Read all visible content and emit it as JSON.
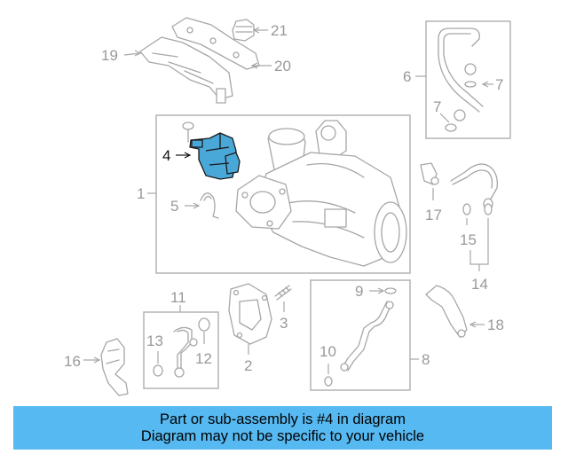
{
  "highlight_color": "#4aa8d8",
  "banner": {
    "background": "#56b9f2",
    "line1": "Part or sub-assembly is #4 in diagram",
    "line2": "Diagram may not be specific to your vehicle"
  },
  "callouts": {
    "c1": "1",
    "c2": "2",
    "c3": "3",
    "c4": "4",
    "c5": "5",
    "c6": "6",
    "c7a": "7",
    "c7b": "7",
    "c8": "8",
    "c9": "9",
    "c10": "10",
    "c11": "11",
    "c12": "12",
    "c13": "13",
    "c14": "14",
    "c15": "15",
    "c16": "16",
    "c17": "17",
    "c18": "18",
    "c19": "19",
    "c20": "20",
    "c21": "21"
  },
  "highlighted_part": "4"
}
